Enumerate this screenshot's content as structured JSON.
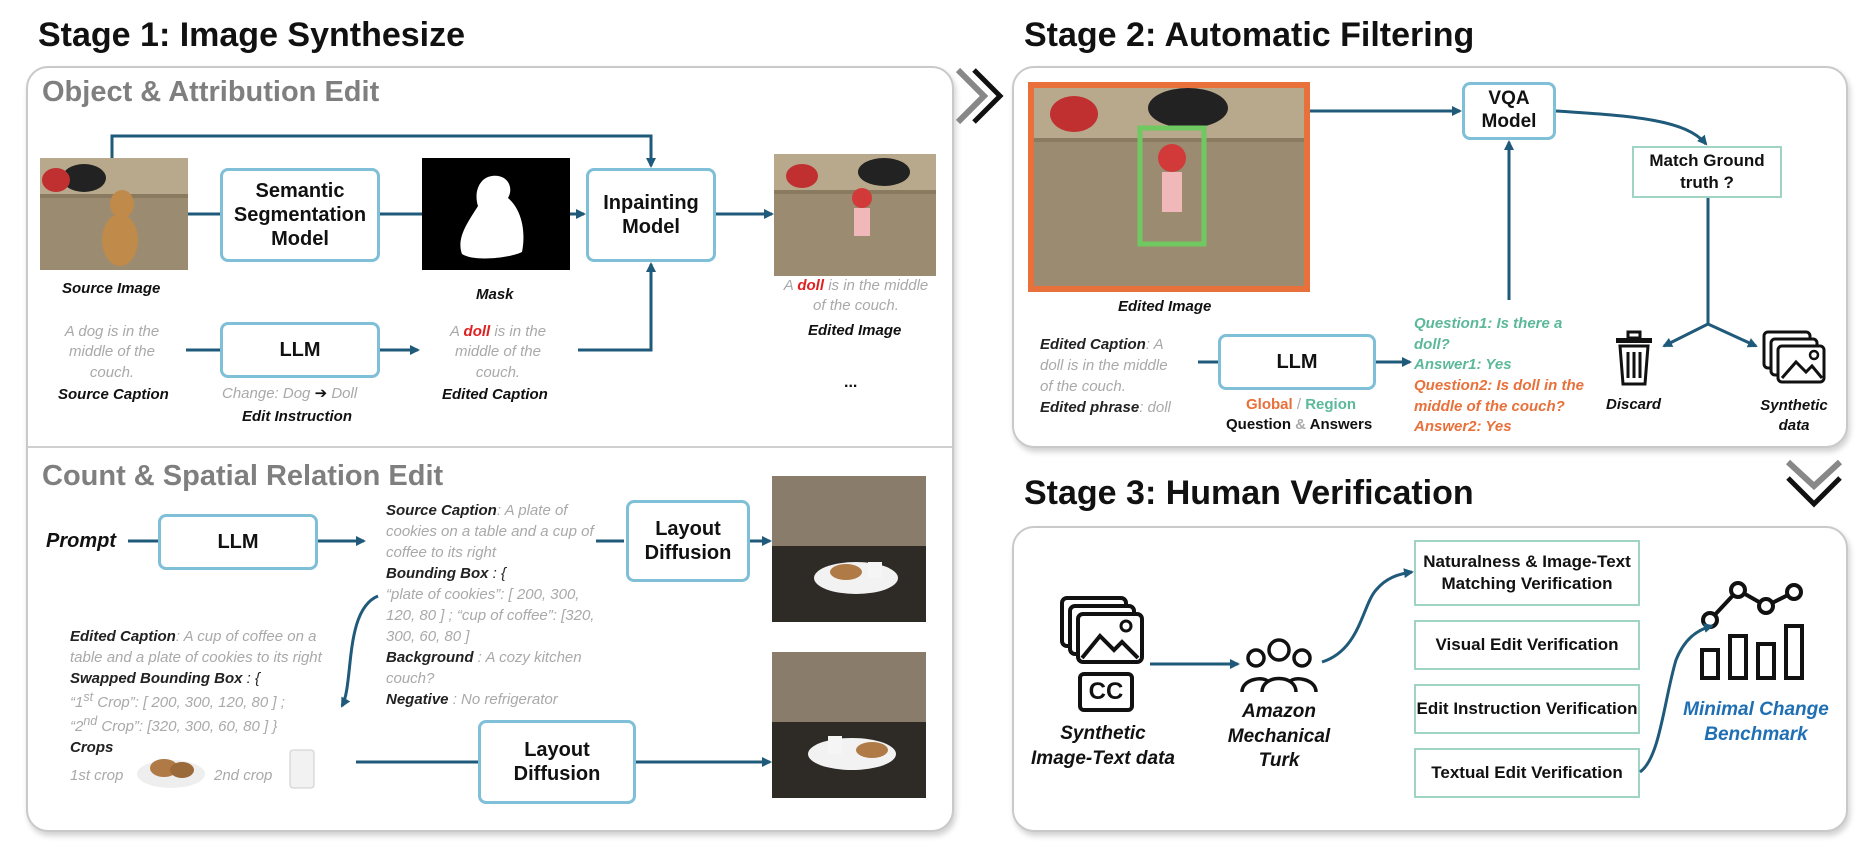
{
  "stage1": {
    "title": "Stage 1: Image Synthesize",
    "section_a": {
      "title": "Object & Attribution Edit",
      "source_image_label": "Source Image",
      "segmentation_box": "Semantic Segmentation Model",
      "mask_label": "Mask",
      "inpainting_box": "Inpainting Model",
      "edited_image_label": "Edited Image",
      "source_caption_text": "A dog is in the middle of the couch.",
      "source_caption_label": "Source Caption",
      "llm_box": "LLM",
      "edit_instruction_text_a": "Change: Dog",
      "edit_instruction_arrow": "➔",
      "edit_instruction_text_b": "Doll",
      "edit_instruction_label": "Edit Instruction",
      "edited_caption_pre": "A",
      "edited_caption_word": "doll",
      "edited_caption_post": "is in the middle of the couch.",
      "edited_caption_label": "Edited Caption",
      "edited_image_caption_pre": "A",
      "edited_image_caption_word": "doll",
      "edited_image_caption_post": "is in the middle of the couch.",
      "ellipsis": "..."
    },
    "section_b": {
      "title": "Count & Spatial Relation Edit",
      "prompt_label": "Prompt",
      "llm_box": "LLM",
      "layout_box_1": "Layout Diffusion",
      "layout_box_2": "Layout Diffusion",
      "source_caption_key": "Source Caption",
      "source_caption_val": ": A plate of cookies on a table and a cup of coffee to its right",
      "bbox_key": "Bounding Box",
      "bbox_open": " : {",
      "bbox_val": "“plate of cookies”: [ 200, 300, 120, 80 ] ; “cup of coffee”: [320, 300, 60, 80 ]",
      "background_key": "Background",
      "background_val": " : A cozy kitchen couch?",
      "negative_key": "Negative",
      "negative_val": " : No refrigerator",
      "edited_caption_key": "Edited Caption",
      "edited_caption_val": ": A cup of coffee on a table and a plate of cookies to its right",
      "swapped_key": "Swapped Bounding Box",
      "swapped_open": " : {",
      "crop1_pre": "“1",
      "crop1_sup": "st",
      "crop1_post": " Crop”: [ 200, 300, 120, 80 ] ;",
      "crop2_pre": "“2",
      "crop2_sup": "nd",
      "crop2_post": " Crop”: [320, 300, 60, 80 ] }",
      "crops_label": "Crops",
      "first_crop": "1st crop",
      "second_crop": "2nd crop"
    }
  },
  "stage2": {
    "title": "Stage 2: Automatic Filtering",
    "edited_image_label": "Edited Image",
    "vqa_box": "VQA Model",
    "match_box": "Match Ground truth ?",
    "edited_caption_key": "Edited Caption",
    "edited_caption_val": ": A doll is in the middle of the couch.",
    "edited_phrase_key": "Edited phrase",
    "edited_phrase_val": ": doll",
    "llm_box": "LLM",
    "global_word": "Global",
    "slash": " / ",
    "region_word": "Region",
    "question_word": "Question",
    "amp": " & ",
    "answers_word": "Answers",
    "q1": "Question1: Is there a doll?",
    "a1": "Answer1: Yes",
    "q2": "Question2: Is doll in the middle of the couch?",
    "a2": "Answer2: Yes",
    "discard_label": "Discard",
    "synthetic_label": "Synthetic data"
  },
  "stage3": {
    "title": "Stage 3: Human Verification",
    "synthetic_label": "Synthetic Image-Text data",
    "cc_text": "CC",
    "amt_label": "Amazon Mechanical Turk",
    "verif_1": "Naturalness & Image-Text Matching Verification",
    "verif_2": "Visual Edit Verification",
    "verif_3": "Edit Instruction Verification",
    "verif_4": "Textual Edit Verification",
    "benchmark_label": "Minimal Change Benchmark"
  },
  "colors": {
    "arrow": "#1f5a7a",
    "box_border": "#7fbfd8",
    "teal": "#5cb89a",
    "orange": "#e8703a",
    "red": "#e02020",
    "benchmark": "#1f6fb5"
  }
}
